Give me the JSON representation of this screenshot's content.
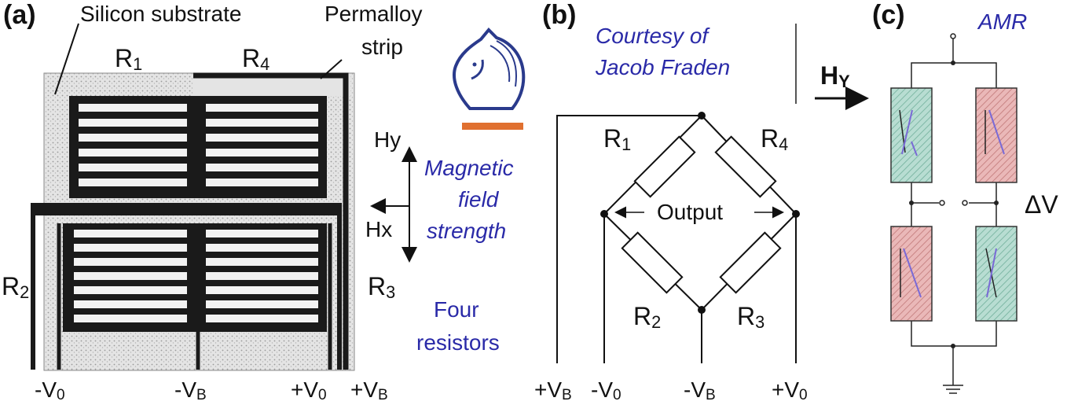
{
  "panels": {
    "a": "(a)",
    "b": "(b)",
    "c": "(c)"
  },
  "panel_a": {
    "substrate_label": "Silicon substrate",
    "permalloy_label_1": "Permalloy",
    "permalloy_label_2": "strip",
    "r1": "R1",
    "r4": "R4",
    "r2": "R2",
    "r3": "R3",
    "hy": "Hy",
    "hx": "Hx",
    "field_1": "Magnetic",
    "field_2": "field",
    "field_3": "strength",
    "four_1": "Four",
    "four_2": "resistors",
    "pins": [
      "-V0",
      "-VB",
      "+V0",
      "+VB"
    ],
    "logo_bar_color": "#e07030"
  },
  "panel_b": {
    "courtesy_1": "Courtesy of",
    "courtesy_2": "Jacob Fraden",
    "r1": "R1",
    "r4": "R4",
    "r2": "R2",
    "r3": "R3",
    "output": "Output",
    "pins": [
      "+VB",
      "-V0",
      "-VB",
      "+V0"
    ]
  },
  "panel_c": {
    "amr": "AMR",
    "hy": "HY",
    "delta_v": "ΔV",
    "green_fill": "#b8ddd2",
    "red_fill": "#eab8b8"
  }
}
